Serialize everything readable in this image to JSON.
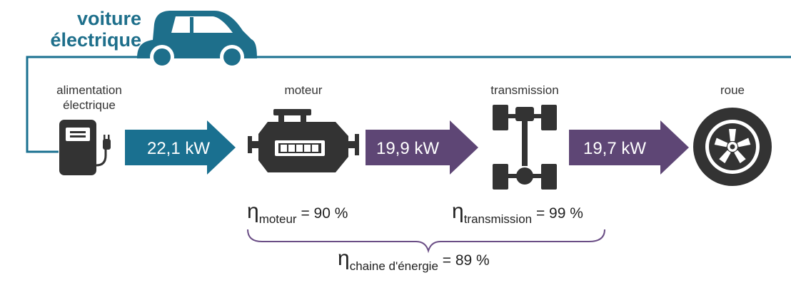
{
  "title": {
    "line1": "voiture",
    "line2": "électrique"
  },
  "stages": [
    {
      "label_line1": "alimentation",
      "label_line2": "électrique",
      "icon": "charging-station-icon"
    },
    {
      "label": "moteur",
      "icon": "engine-icon"
    },
    {
      "label": "transmission",
      "icon": "drivetrain-icon"
    },
    {
      "label": "roue",
      "icon": "wheel-icon"
    }
  ],
  "flows": [
    {
      "value": "22,1 kW",
      "color": "#1a7090"
    },
    {
      "value": "19,9 kW",
      "color": "#5e4675"
    },
    {
      "value": "19,7 kW",
      "color": "#5e4675"
    }
  ],
  "efficiencies": {
    "symbol": "η",
    "moteur": {
      "subscript": "moteur",
      "value": "= 90 %"
    },
    "transmission": {
      "subscript": "transmission",
      "value": "= 99 %"
    },
    "chain": {
      "subscript": "chaine d'énergie",
      "value": "= 89 %"
    }
  },
  "colors": {
    "car": "#1e6f8b",
    "supply": "#1a7090",
    "flow_purple": "#5e4675",
    "icon_dark": "#333333",
    "brace": "#6a4d85"
  }
}
